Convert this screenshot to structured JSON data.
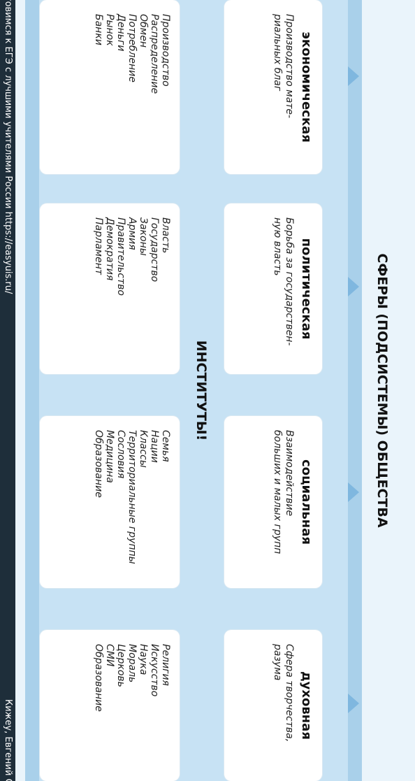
{
  "title": "СФЕРЫ (ПОДСИСТЕМЫ) ОБЩЕСТВА",
  "institutes_title": "ИНСТИТУТЫ!",
  "colors": {
    "band": "#a9d0ea",
    "panel": "#c7e2f4",
    "arrow": "#7fb7df",
    "footer": "#1e2e3a"
  },
  "spheres": [
    {
      "name": "экономическая",
      "desc": "Производство мате-\nриальных благ",
      "institutions": [
        "Производство",
        "Распределение",
        "Обмен",
        "Потребление",
        "Деньги",
        "Рынок",
        "Банки"
      ]
    },
    {
      "name": "политическая",
      "desc": "Борьба за государствен-\nную власть",
      "institutions": [
        "Власть",
        "Государство",
        "Законы",
        "Армия",
        "Правительство",
        "Демократия",
        "Парламент"
      ]
    },
    {
      "name": "социальная",
      "desc": "Взаимодействие\nбольших и малых групп",
      "institutions": [
        "Семья",
        "Нации",
        "Классы",
        "Территориальные группы",
        "Сословия",
        "Медицина",
        "Образование"
      ]
    },
    {
      "name": "духовная",
      "desc": "Сфера творчества,\nразума",
      "institutions": [
        "Религия",
        "Искусство",
        "Наука",
        "Мораль",
        "Церковь",
        "СМИ",
        "Образование"
      ]
    }
  ],
  "footer": {
    "left": "товимся к ЕГЭ с лучшими учителями России https://easyuis.ru/",
    "right": "Кижеу, Евгений Сергее"
  }
}
